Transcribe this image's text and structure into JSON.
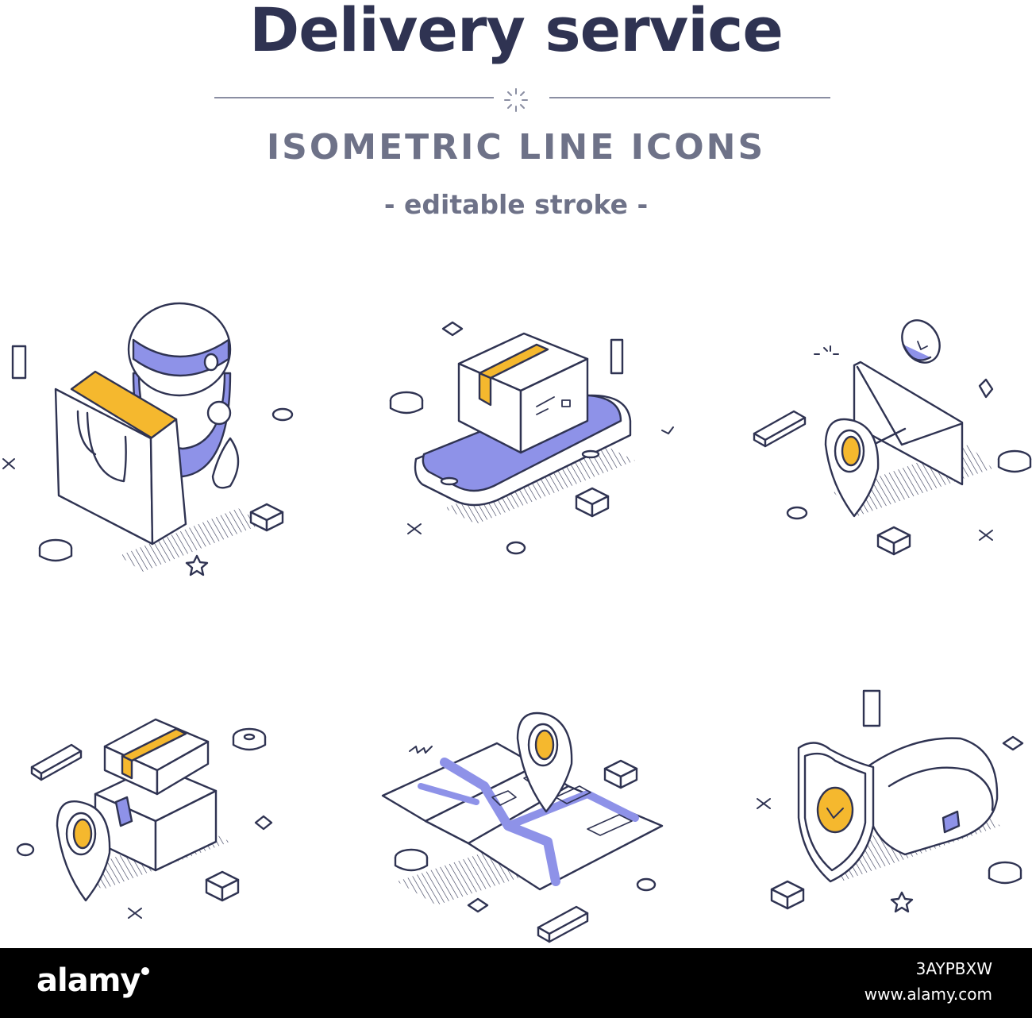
{
  "header": {
    "title": "Delivery service",
    "subtitle": "ISOMETRIC LINE ICONS",
    "tagline": "- editable stroke -"
  },
  "palette": {
    "outline": "#2f3352",
    "accent_yellow": "#f5b82e",
    "accent_purple": "#8e92e8",
    "text_gray": "#6e7288",
    "background": "#ffffff"
  },
  "icons": [
    {
      "icon": "robot-shopping-bag-icon"
    },
    {
      "icon": "parcel-on-smartphone-icon"
    },
    {
      "icon": "mail-envelope-location-pin-icon"
    },
    {
      "icon": "stacked-parcels-location-pin-icon"
    },
    {
      "icon": "map-route-location-pin-icon"
    },
    {
      "icon": "protected-parcel-shield-icon"
    }
  ],
  "footer": {
    "brand": "alamy",
    "image_id": "3AYPBXW",
    "site": "www.alamy.com"
  }
}
